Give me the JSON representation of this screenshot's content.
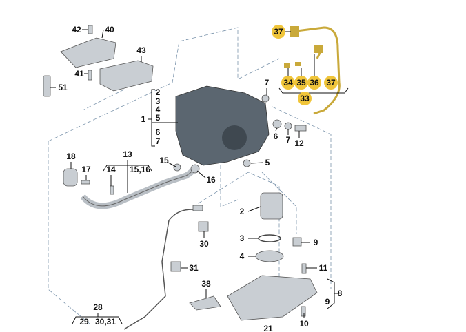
{
  "diagram": {
    "labels": {
      "l42": "42",
      "l40": "40",
      "l43": "43",
      "l41": "41",
      "l51": "51",
      "l37a": "37",
      "l34": "34",
      "l35": "35",
      "l36": "36",
      "l37b": "37",
      "l33": "33",
      "l7a": "7",
      "l1": "1",
      "l2a": "2",
      "l3a": "3",
      "l4a": "4",
      "l5a": "5",
      "l6a": "6",
      "l7b": "7",
      "l6b": "6",
      "l7c": "7",
      "l12": "12",
      "l18": "18",
      "l17": "17",
      "l14": "14",
      "l13": "13",
      "l1516": "15,16",
      "l15": "15",
      "l16": "16",
      "l5b": "5",
      "l2b": "2",
      "l3b": "3",
      "l4b": "4",
      "l9a": "9",
      "l11": "11",
      "l8": "8",
      "l9b": "9",
      "l10": "10",
      "l30": "30",
      "l31": "31",
      "l38": "38",
      "l28": "28",
      "l29": "29",
      "l3031": "30,31",
      "l21": "21"
    },
    "colors": {
      "callout": "#f0c53a",
      "tank": "#5b6670",
      "part": "#c9ced3",
      "dashed_line": "#7a93ab"
    }
  }
}
